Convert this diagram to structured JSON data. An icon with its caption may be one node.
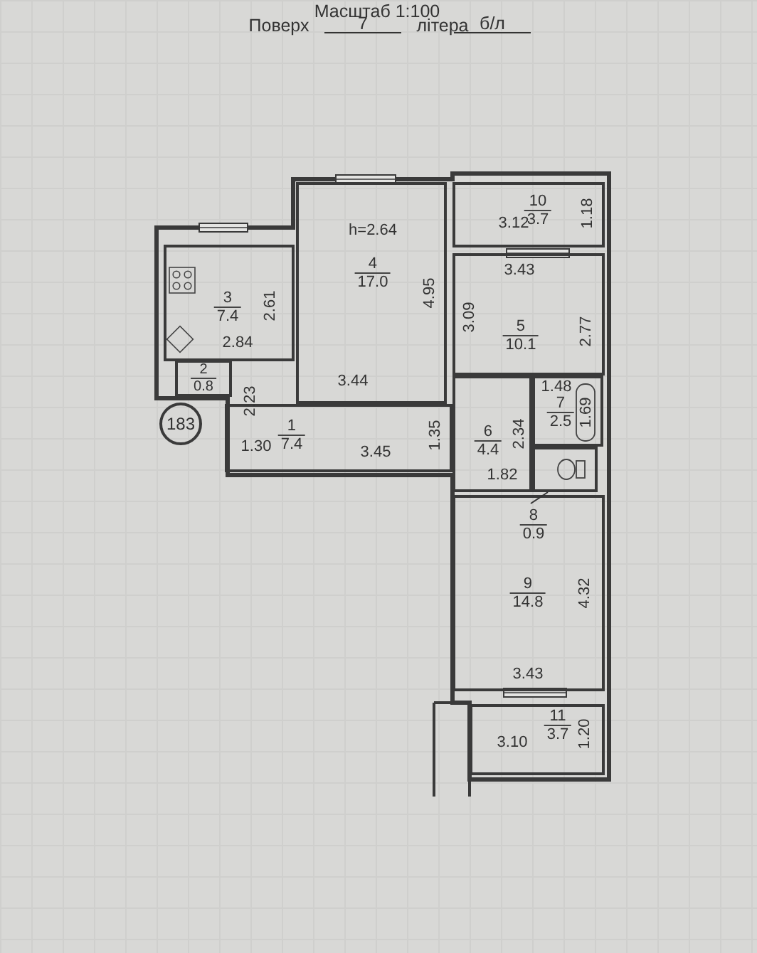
{
  "diagram": {
    "nodes": [
      {
        "text": [
          "183"
        ]
      },
      {
        "text": [
          "10",
          "3.7"
        ]
      },
      {
        "text": [
          "4",
          "17.0"
        ]
      },
      {
        "text": [
          "3",
          "7.4"
        ]
      },
      {
        "text": [
          "5",
          "10.1"
        ]
      },
      {
        "text": [
          "2",
          "0.8"
        ]
      },
      {
        "text": [
          "1",
          "7.4"
        ]
      },
      {
        "text": [
          "6",
          "4.4"
        ]
      },
      {
        "text": [
          "7",
          "2.5"
        ]
      },
      {
        "text": [],
        "shape": "box"
      },
      {
        "text": [
          "9",
          "14.8"
        ]
      },
      {
        "text": [
          "8",
          "0.9"
        ],
        "in": 10
      },
      {
        "text": [
          "11",
          "3.7"
        ]
      }
    ],
    "edges": [
      {
        "from": 11,
        "to": 9,
        "arrow": "none"
      }
    ],
    "labels": [
      "Масштаб 1:100",
      "Поверх",
      "7",
      "літера",
      "б/л",
      "h=2.64",
      "2.61",
      "2.84",
      "4.95",
      "3.44",
      "2.23",
      "1.30",
      "3.45",
      "1.35",
      "3.12",
      "1.18",
      "3.43",
      "3.09",
      "2.77",
      "1.48",
      "1.69",
      "2.34",
      "1.82",
      "4.32",
      "3.43",
      "3.10",
      "1.20"
    ]
  }
}
